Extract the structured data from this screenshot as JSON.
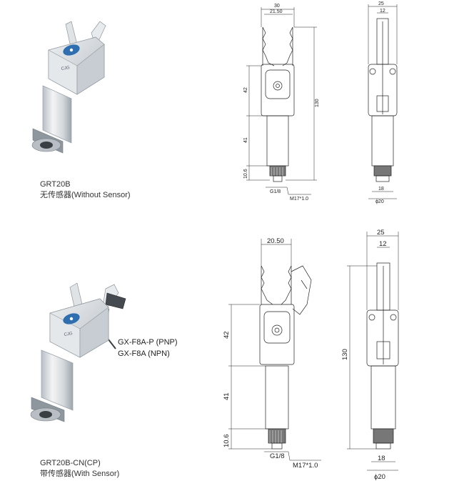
{
  "products": [
    {
      "model": "GRT20B",
      "description": "无传感器(Without Sensor)"
    },
    {
      "model": "GRT20B-CN(CP)",
      "description": "带传感器(With Sensor)",
      "sensor_options": [
        "GX-F8A-P (PNP)",
        "GX-F8A (NPN)"
      ]
    }
  ],
  "brand_mark": "CJG",
  "drawing_top": {
    "width_overall": "30",
    "width_jaw": "21.50",
    "height_jaw": "42",
    "height_body": "41",
    "height_connector": "10.6",
    "height_total": "130",
    "port": "G1/8",
    "thread": "M17*1.0",
    "side_width": "25",
    "side_inner": "12",
    "side_body": "18",
    "side_dia": "ϕ20"
  },
  "drawing_bottom": {
    "width_jaw": "20.50",
    "height_jaw": "42",
    "height_body": "41",
    "height_connector": "10.6",
    "height_total": "130",
    "port": "G1/8",
    "thread": "M17*1.0",
    "side_width": "25",
    "side_inner": "12",
    "side_body": "18",
    "side_dia": "ϕ20"
  },
  "colors": {
    "line": "#222222",
    "body": "#dde0e3",
    "accent": "#2f6fb0",
    "shadow": "#9aa3ab"
  }
}
